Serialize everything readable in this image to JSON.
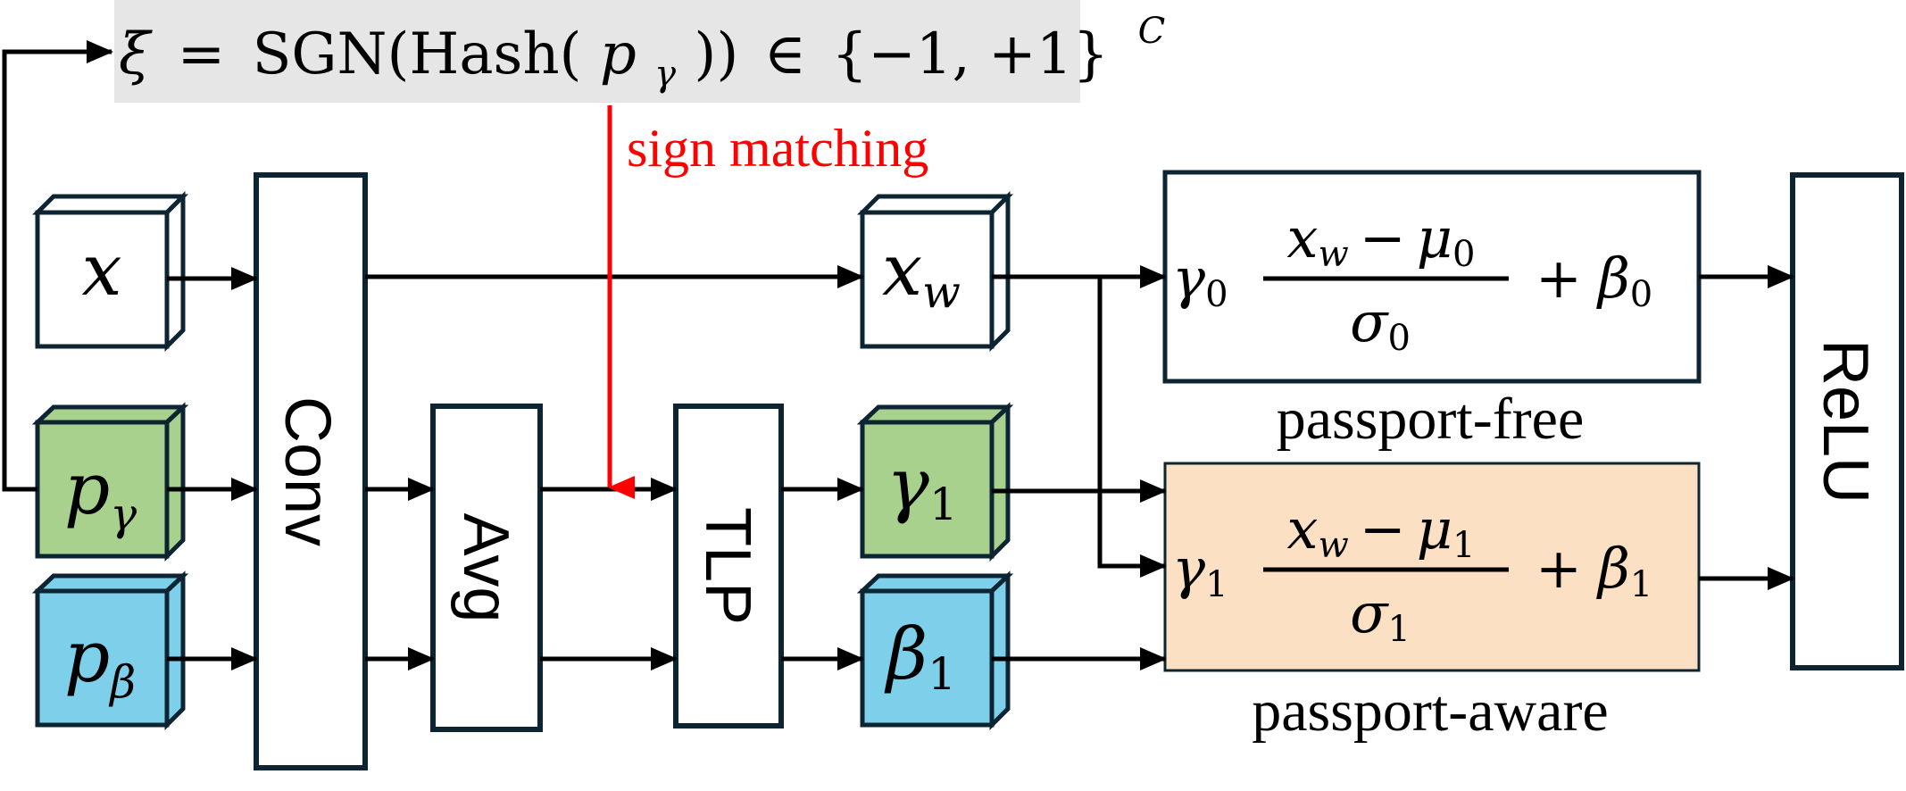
{
  "hash_formula": {
    "xi": "ξ",
    "eq": "=",
    "func": "SGN(Hash(",
    "p": "p",
    "p_sub": "γ",
    "close": "))",
    "in": "∈",
    "set": "{−1, +1}",
    "sup": "C"
  },
  "sign_matching": "sign matching",
  "inputs": {
    "x": "x",
    "p": "p",
    "p_gamma_sub": "γ",
    "p_beta_sub": "β"
  },
  "blocks": {
    "conv": "Conv",
    "avg": "Avg",
    "tlp": "TLP",
    "relu": "ReLU"
  },
  "outputs": {
    "x": "x",
    "x_sub": "w",
    "gamma": "γ",
    "gamma_sub": "1",
    "beta": "β",
    "beta_sub": "1"
  },
  "norm_free": {
    "gamma": "γ",
    "gamma_sub": "0",
    "num_x": "x",
    "num_x_sub": "w",
    "minus": "−",
    "mu": "μ",
    "mu_sub": "0",
    "sigma": "σ",
    "sigma_sub": "0",
    "plus": "+",
    "beta": "β",
    "beta_sub": "0",
    "label": "passport-free"
  },
  "norm_aware": {
    "gamma": "γ",
    "gamma_sub": "1",
    "num_x": "x",
    "num_x_sub": "w",
    "minus": "−",
    "mu": "μ",
    "mu_sub": "1",
    "sigma": "σ",
    "sigma_sub": "1",
    "plus": "+",
    "beta": "β",
    "beta_sub": "1",
    "label": "passport-aware"
  },
  "colors": {
    "green": "#a9d18e",
    "blue": "#7ecfea",
    "orange": "#fbe0c3",
    "formula_bg": "#e6e6e6",
    "sign_arrow": "#ff0000",
    "stroke": "#0d2533"
  }
}
